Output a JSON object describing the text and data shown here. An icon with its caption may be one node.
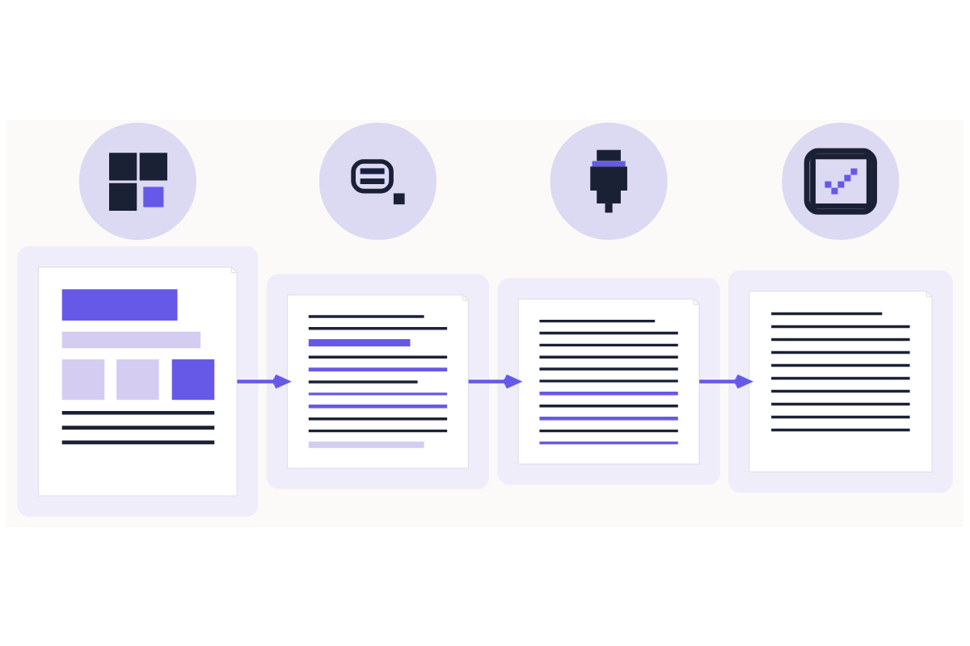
{
  "diagram": {
    "nodes": [
      {
        "text": [],
        "shape": "circle"
      },
      {
        "text": [],
        "shape": "circle"
      },
      {
        "text": [],
        "shape": "circle"
      },
      {
        "text": [],
        "shape": "circle"
      },
      {
        "text": [],
        "shape": "box"
      },
      {
        "text": [],
        "shape": "box"
      },
      {
        "text": [],
        "shape": "box"
      },
      {
        "text": [],
        "shape": "box"
      },
      {
        "text": [],
        "shape": "document",
        "in": 4
      },
      {
        "text": [],
        "shape": "document",
        "in": 5
      },
      {
        "text": [],
        "shape": "document",
        "in": 6
      },
      {
        "text": [],
        "shape": "document",
        "in": 7
      }
    ],
    "edges": [
      {
        "from": 8,
        "to": 9,
        "arrow": "to"
      },
      {
        "from": 9,
        "to": 10,
        "arrow": "to"
      },
      {
        "from": 10,
        "to": 11,
        "arrow": "to"
      }
    ]
  }
}
